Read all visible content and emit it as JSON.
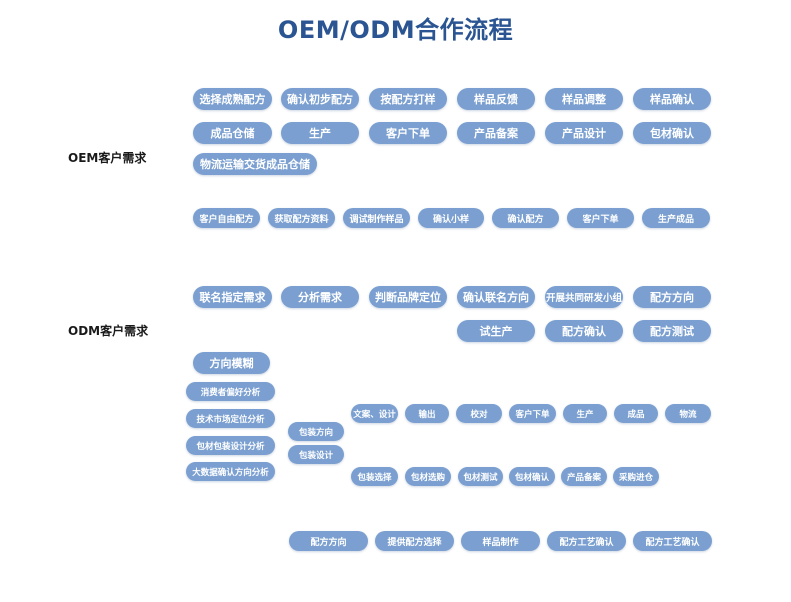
{
  "title": "OEM/ODM合作流程",
  "accent_color": "#7a9fd0",
  "title_color": "#2a5592",
  "oem": {
    "label": "OEM客户需求",
    "row1": [
      "选择成熟配方",
      "确认初步配方",
      "按配方打样",
      "样品反馈",
      "样品调整",
      "样品确认"
    ],
    "row2": [
      "成品仓储",
      "生产",
      "客户下单",
      "产品备案",
      "产品设计",
      "包材确认"
    ],
    "row3": [
      "物流运输交货成品仓储"
    ],
    "row4": [
      "客户自由配方",
      "获取配方资料",
      "调试制作样品",
      "确认小样",
      "确认配方",
      "客户下单",
      "生产成品"
    ]
  },
  "odm": {
    "label": "ODM客户需求",
    "row1": [
      "联名指定需求",
      "分析需求",
      "判断品牌定位",
      "确认联名方向",
      "开展共同研发小组",
      "配方方向"
    ],
    "row2": [
      "试生产",
      "配方确认",
      "配方测试"
    ],
    "direction": "方向模糊",
    "analysis": [
      "消费者偏好分析",
      "技术市场定位分析",
      "包材包装设计分析",
      "大数据确认方向分析"
    ],
    "packaging": [
      "包装方向",
      "包装设计"
    ],
    "design_flow": [
      "文案、设计",
      "输出",
      "校对",
      "客户下单",
      "生产",
      "成品",
      "物流"
    ],
    "material_flow": [
      "包装选择",
      "包材选购",
      "包材测试",
      "包材确认",
      "产品备案",
      "采购进仓"
    ],
    "formula_flow": [
      "配方方向",
      "提供配方选择",
      "样品制作",
      "配方工艺确认",
      "配方工艺确认"
    ]
  }
}
